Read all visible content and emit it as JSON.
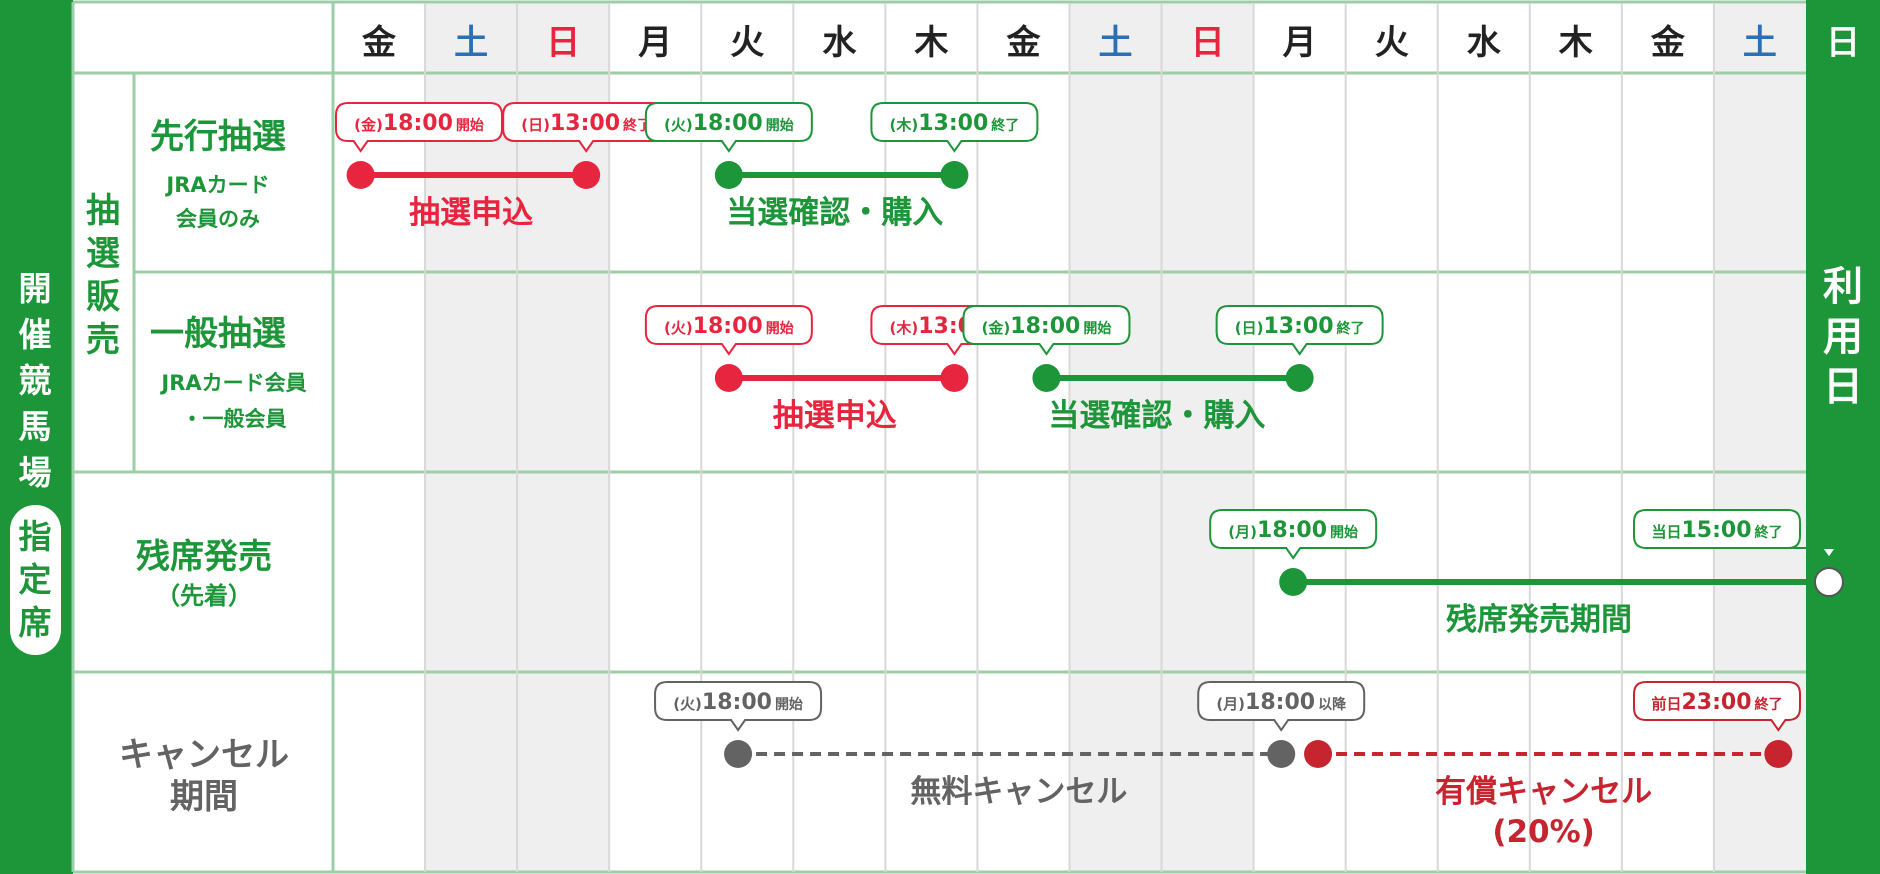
{
  "venue_label": "開催競馬場",
  "seat_badge": "指定席",
  "use_day_label": "利用日",
  "use_day_header": "日",
  "days": [
    {
      "label": "金",
      "type": "weekday"
    },
    {
      "label": "土",
      "type": "sat"
    },
    {
      "label": "日",
      "type": "sun"
    },
    {
      "label": "月",
      "type": "weekday"
    },
    {
      "label": "火",
      "type": "weekday"
    },
    {
      "label": "水",
      "type": "weekday"
    },
    {
      "label": "木",
      "type": "weekday"
    },
    {
      "label": "金",
      "type": "weekday"
    },
    {
      "label": "土",
      "type": "sat"
    },
    {
      "label": "日",
      "type": "sun"
    },
    {
      "label": "月",
      "type": "weekday"
    },
    {
      "label": "火",
      "type": "weekday"
    },
    {
      "label": "水",
      "type": "weekday"
    },
    {
      "label": "木",
      "type": "weekday"
    },
    {
      "label": "金",
      "type": "weekday"
    },
    {
      "label": "土",
      "type": "sat"
    }
  ],
  "lottery_group_label": "抽選販売",
  "rows": {
    "advance": {
      "title": "先行抽選",
      "sub1": "JRAカード",
      "sub2": "会員のみ"
    },
    "general": {
      "title": "一般抽選",
      "sub1": "JRAカード会員",
      "sub2": "・一般会員"
    },
    "remaining": {
      "title": "残席発売",
      "sub1": "（先着）"
    },
    "cancel": {
      "title1": "キャンセル",
      "title2": "期間"
    }
  },
  "timelines": [
    {
      "row": "advance",
      "from": 0.3,
      "to": 2.75,
      "style": "solid",
      "color": "#e8253f",
      "label": "抽選申込",
      "labelAt": 1.5,
      "tags": [
        {
          "at": 0.3,
          "prefix": "(金)",
          "time": "18:00",
          "suffix": "開始"
        },
        {
          "at": 2.75,
          "prefix": "(日)",
          "time": "13:00",
          "suffix": "終了"
        }
      ]
    },
    {
      "row": "advance",
      "from": 4.3,
      "to": 6.75,
      "style": "solid",
      "color": "#1d9539",
      "label": "当選確認・購入",
      "labelAt": 5.45,
      "tags": [
        {
          "at": 4.3,
          "prefix": "(火)",
          "time": "18:00",
          "suffix": "開始"
        },
        {
          "at": 6.75,
          "prefix": "(木)",
          "time": "13:00",
          "suffix": "終了"
        }
      ]
    },
    {
      "row": "general",
      "from": 4.3,
      "to": 6.75,
      "style": "solid",
      "color": "#e8253f",
      "label": "抽選申込",
      "labelAt": 5.45,
      "tags": [
        {
          "at": 4.3,
          "prefix": "(火)",
          "time": "18:00",
          "suffix": "開始"
        },
        {
          "at": 6.75,
          "prefix": "(木)",
          "time": "13:00",
          "suffix": "終了"
        }
      ]
    },
    {
      "row": "general",
      "from": 7.75,
      "to": 10.5,
      "style": "solid",
      "color": "#1d9539",
      "label": "当選確認・購入",
      "labelAt": 8.95,
      "tags": [
        {
          "at": 7.75,
          "prefix": "(金)",
          "time": "18:00",
          "suffix": "開始"
        },
        {
          "at": 10.5,
          "prefix": "(日)",
          "time": "13:00",
          "suffix": "終了"
        }
      ]
    },
    {
      "row": "remaining",
      "from": 10.43,
      "to": 16.25,
      "style": "solid",
      "color": "#1d9539",
      "label": "残席発売期間",
      "labelAt": 13.1,
      "endHollow": true,
      "tags": [
        {
          "at": 10.43,
          "prefix": "(月)",
          "time": "18:00",
          "suffix": "開始"
        },
        {
          "at": 16.25,
          "prefix": "当日",
          "time": "15:00",
          "suffix": "終了"
        }
      ]
    },
    {
      "row": "cancel",
      "from": 4.4,
      "to": 10.3,
      "style": "dashed",
      "color": "#636363",
      "label": "無料キャンセル",
      "labelAt": 7.45,
      "tags": [
        {
          "at": 4.4,
          "prefix": "(火)",
          "time": "18:00",
          "suffix": "開始"
        },
        {
          "at": 10.3,
          "prefix": "(月)",
          "time": "18:00",
          "suffix": "以降"
        }
      ]
    },
    {
      "row": "cancel",
      "from": 10.7,
      "to": 15.7,
      "style": "dashed",
      "color": "#c62530",
      "label": "有償キャンセル",
      "label2": "(20%)",
      "labelAt": 13.15,
      "tags": [
        {
          "at": 15.7,
          "prefix": "前日",
          "time": "23:00",
          "suffix": "終了"
        }
      ]
    }
  ],
  "colors": {
    "green": "#1d9539",
    "red": "#e8253f",
    "dark_red": "#c62530",
    "gray": "#636363",
    "saturday": "#2b6fb5",
    "sunday": "#e8253f",
    "weekend_shade": "#efefef"
  }
}
